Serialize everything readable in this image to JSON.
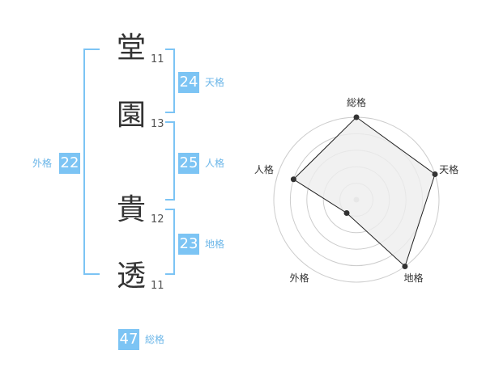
{
  "name": {
    "chars": [
      {
        "char": "堂",
        "strokes": "11"
      },
      {
        "char": "園",
        "strokes": "13"
      },
      {
        "char": "貴",
        "strokes": "12"
      },
      {
        "char": "透",
        "strokes": "11"
      }
    ]
  },
  "scores": {
    "tenkaku": {
      "value": "24",
      "label": "天格"
    },
    "jinkaku": {
      "value": "25",
      "label": "人格"
    },
    "chikaku": {
      "value": "23",
      "label": "地格"
    },
    "gaikaku": {
      "value": "22",
      "label": "外格"
    },
    "soukaku": {
      "value": "47",
      "label": "総格"
    }
  },
  "radar": {
    "axes": [
      "総格",
      "天格",
      "地格",
      "外格",
      "人格"
    ],
    "levels": 5,
    "values": [
      5,
      5,
      5,
      1,
      4
    ],
    "fill_color": "#eeeeee",
    "ring_color": "#cccccc"
  },
  "colors": {
    "accent": "#7cc4f4",
    "label": "#6bb6e8"
  }
}
